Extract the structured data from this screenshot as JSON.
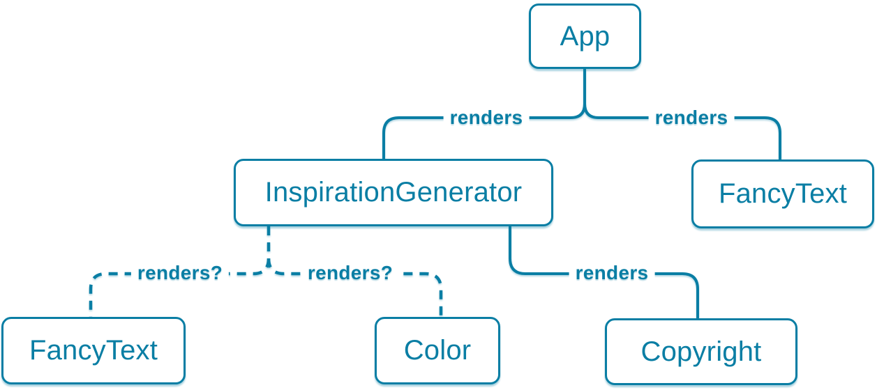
{
  "diagram": {
    "type": "component-render-tree",
    "colors": {
      "accent": "#0a7ea4",
      "node_fill": "#ffffff",
      "background": "#ffffff"
    },
    "nodes": [
      {
        "id": "app",
        "label": "App"
      },
      {
        "id": "inspiration-generator",
        "label": "InspirationGenerator"
      },
      {
        "id": "fancytext-top-right",
        "label": "FancyText"
      },
      {
        "id": "fancytext-bottom-left",
        "label": "FancyText"
      },
      {
        "id": "color",
        "label": "Color"
      },
      {
        "id": "copyright",
        "label": "Copyright"
      }
    ],
    "edges": [
      {
        "from": "App",
        "to": "InspirationGenerator",
        "label": "renders",
        "style": "solid"
      },
      {
        "from": "App",
        "to": "FancyText",
        "label": "renders",
        "style": "solid"
      },
      {
        "from": "InspirationGenerator",
        "to": "FancyText",
        "label": "renders?",
        "style": "dashed"
      },
      {
        "from": "InspirationGenerator",
        "to": "Color",
        "label": "renders?",
        "style": "dashed"
      },
      {
        "from": "InspirationGenerator",
        "to": "Copyright",
        "label": "renders",
        "style": "solid"
      }
    ]
  }
}
